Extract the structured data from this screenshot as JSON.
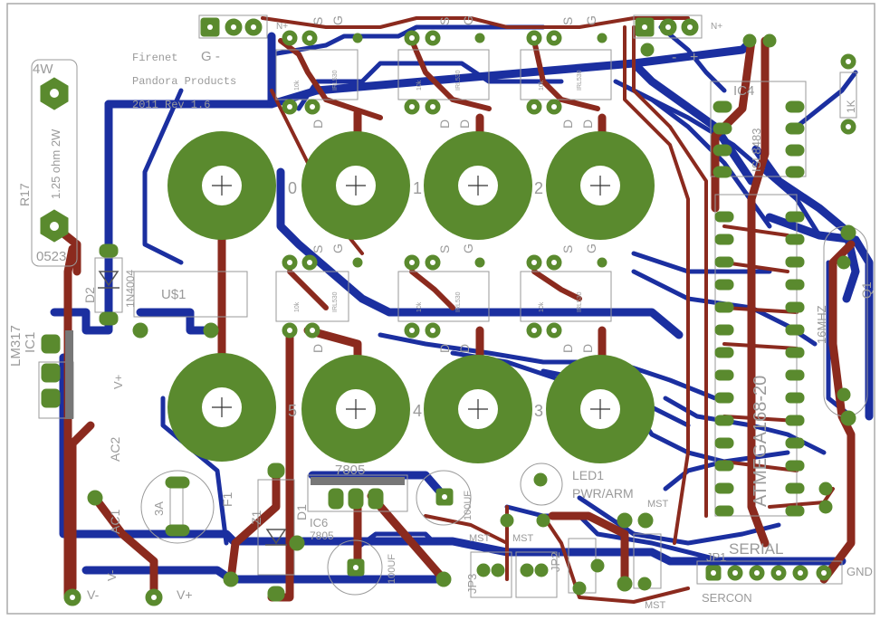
{
  "board": {
    "title_lines": [
      "Firenet",
      "Pandora Products",
      "2011 Rev 1.6"
    ]
  },
  "labels": {
    "r17_value": "4W",
    "r17_name": "R17",
    "r17_desc": "1.25 ohm 2W",
    "r17_code": "0523",
    "ic1_name": "LM317",
    "ic1_ref": "IC1",
    "d2_ref": "D2",
    "d2_part": "1N4004",
    "us1": "U$1",
    "v_plus_a": "V+",
    "ac2": "AC2",
    "ac1": "AC1",
    "v_minus_a": "V-",
    "v_minus_b": "V-",
    "v_plus_b": "V+",
    "fuse_value": "3A",
    "f1": "F1",
    "z1": "Z1",
    "d1": "D1",
    "v7805_top": "7805",
    "ic6": "IC6",
    "v7805_bottom": "7805",
    "cap_100uf_a": "100UF",
    "cap_100uf_b": "100UF",
    "led1": "LED1",
    "pwr_arm": "PWR/ARM",
    "mst_a": "MST",
    "mst_b": "MST",
    "mst_c": "MST",
    "mst_d": "MST",
    "jp3": "JP3",
    "jp2": "JP2",
    "jp1": "JP1",
    "sercon": "SERCON",
    "serial": "SERIAL",
    "gnd": "GND",
    "ic4": "IC4",
    "isl": "ISL8483",
    "q1": "Q1",
    "xtal": "16MHZ",
    "atmega": "ATMEGA168-20",
    "r_1k": "1K",
    "n_plus_a": "N+",
    "n_plus_b": "N+",
    "minus": "-",
    "plus": "+",
    "g_minus": "G -"
  },
  "channels": [
    "0",
    "1",
    "2",
    "3",
    "4",
    "5"
  ],
  "pin_labels": {
    "s": "S",
    "g": "G",
    "d": "D"
  },
  "small_parts": {
    "r10k": "10k",
    "irl": "IRL530"
  }
}
